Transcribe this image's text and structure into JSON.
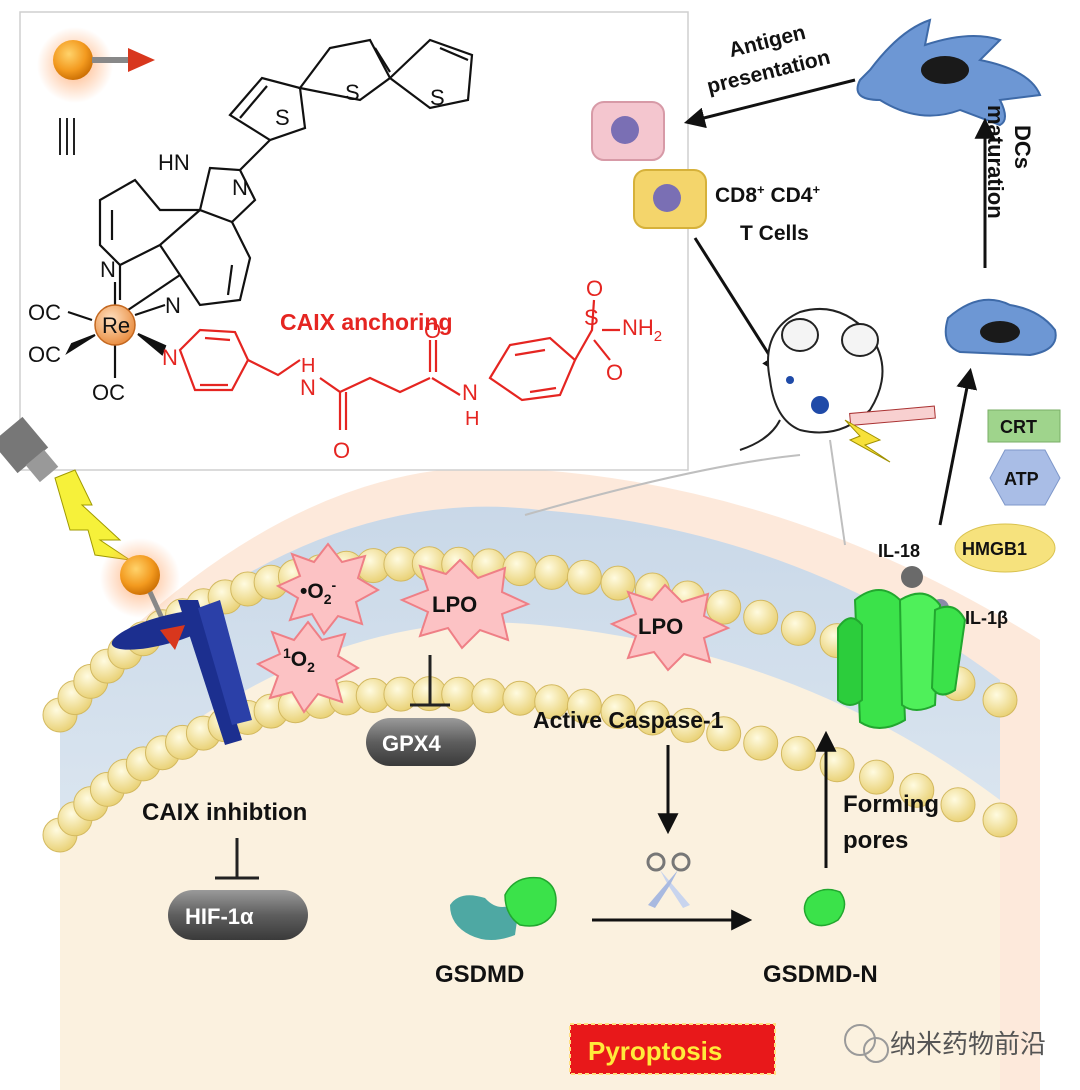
{
  "chemistry": {
    "atoms": {
      "S": "S",
      "HN": "HN",
      "N": "N",
      "CO": "OC",
      "Re": "Re",
      "O": "O",
      "NH2": "NH",
      "NH2_sub": "2",
      "H": "H"
    },
    "anchoring_label": "CAIX anchoring"
  },
  "immune": {
    "antigen_presentation": [
      "Antigen",
      "presentation"
    ],
    "t_cells": [
      "CD8",
      "+",
      " CD4",
      "+",
      "T Cells"
    ],
    "dcs_maturation": [
      "DCs",
      "maturation"
    ],
    "damps": [
      "CRT",
      "ATP",
      "HMGB1"
    ],
    "cytokines": [
      "IL-18",
      "IL-1β"
    ]
  },
  "membrane": {
    "ros": [
      "•O",
      "2",
      "-",
      "1",
      "O",
      "2"
    ],
    "lpo": [
      "LPO",
      "LPO"
    ],
    "gpx4": "GPX4",
    "caix_inhibition": "CAIX inhibtion",
    "hif": "HIF-1α",
    "active_caspase": "Active  Caspase-1",
    "forming_pores": [
      "Forming",
      "pores"
    ],
    "gsdmd": "GSDMD",
    "gsdmd_n": "GSDMD-N",
    "pyroptosis": "Pyroptosis"
  },
  "watermark": "纳米药物前沿",
  "colors": {
    "red_text": "#e52521",
    "cell_bg": "#fbf1df",
    "lipid_head": "#f8e7a3",
    "membrane_band": "#d6e4f0",
    "pill_gray": "#6f6f6f",
    "receptor_green": "#3be24a",
    "dc_blue": "#6d97d4"
  }
}
